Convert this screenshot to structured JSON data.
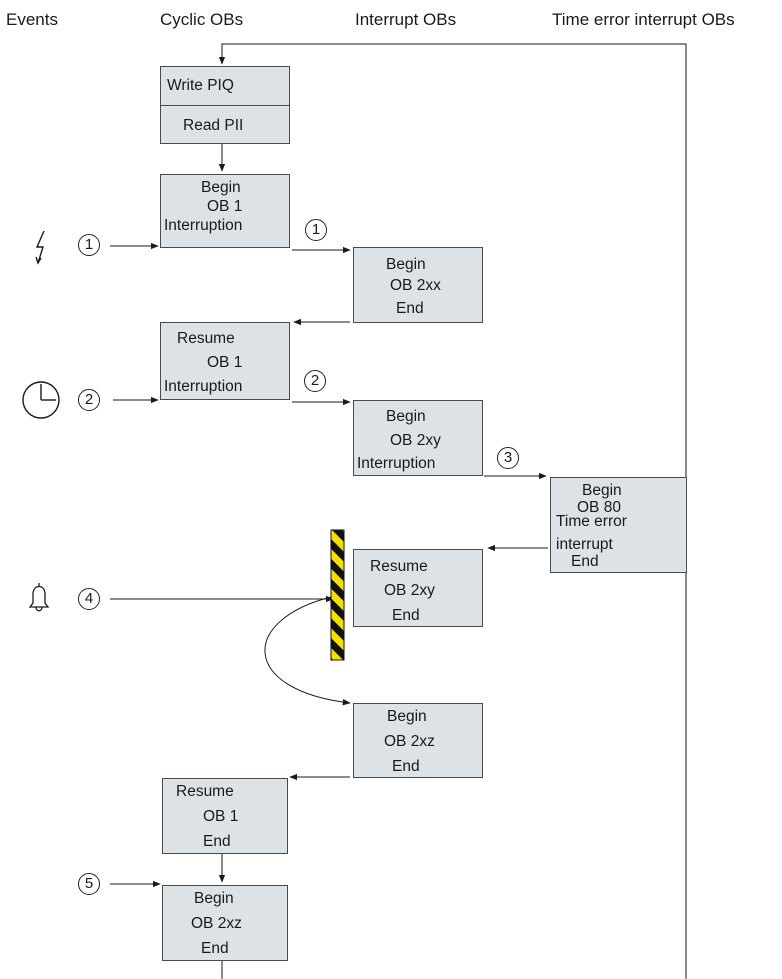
{
  "headers": {
    "events": "Events",
    "cyclic": "Cyclic OBs",
    "interrupt": "Interrupt OBs",
    "time_error": "Time error interrupt OBs"
  },
  "boxes": {
    "piq": {
      "write": "Write PIQ",
      "read": "Read PII"
    },
    "ob1_begin": {
      "l1": "Begin",
      "l2": "OB 1",
      "l3": "Interruption"
    },
    "ob2xx": {
      "l1": "Begin",
      "l2": "OB 2xx",
      "l3": "End"
    },
    "ob1_resume1": {
      "l1": "Resume",
      "l2": "OB 1",
      "l3": "Interruption"
    },
    "ob2xy_begin": {
      "l1": "Begin",
      "l2": "OB 2xy",
      "l3": "Interruption"
    },
    "ob80": {
      "l1": "Begin",
      "l2": "OB 80",
      "l3": "Time error",
      "l4": "interrupt",
      "l5": "End"
    },
    "ob2xy_resume": {
      "l1": "Resume",
      "l2": "OB 2xy",
      "l3": "End"
    },
    "ob2xz_begin": {
      "l1": "Begin",
      "l2": "OB 2xz",
      "l3": "End"
    },
    "ob1_resume2": {
      "l1": "Resume",
      "l2": "OB 1",
      "l3": "End"
    },
    "ob2xz_final": {
      "l1": "Begin",
      "l2": "OB 2xz",
      "l3": "End"
    }
  },
  "markers": {
    "m1": "1",
    "m2": "2",
    "m3": "3",
    "m4": "4",
    "m5": "5"
  },
  "icons": [
    "lightning-icon",
    "clock-icon",
    "bell-icon"
  ],
  "colors": {
    "box_fill": "#dde2e6",
    "hazard_yellow": "#f2e000",
    "hazard_black": "#111111"
  }
}
